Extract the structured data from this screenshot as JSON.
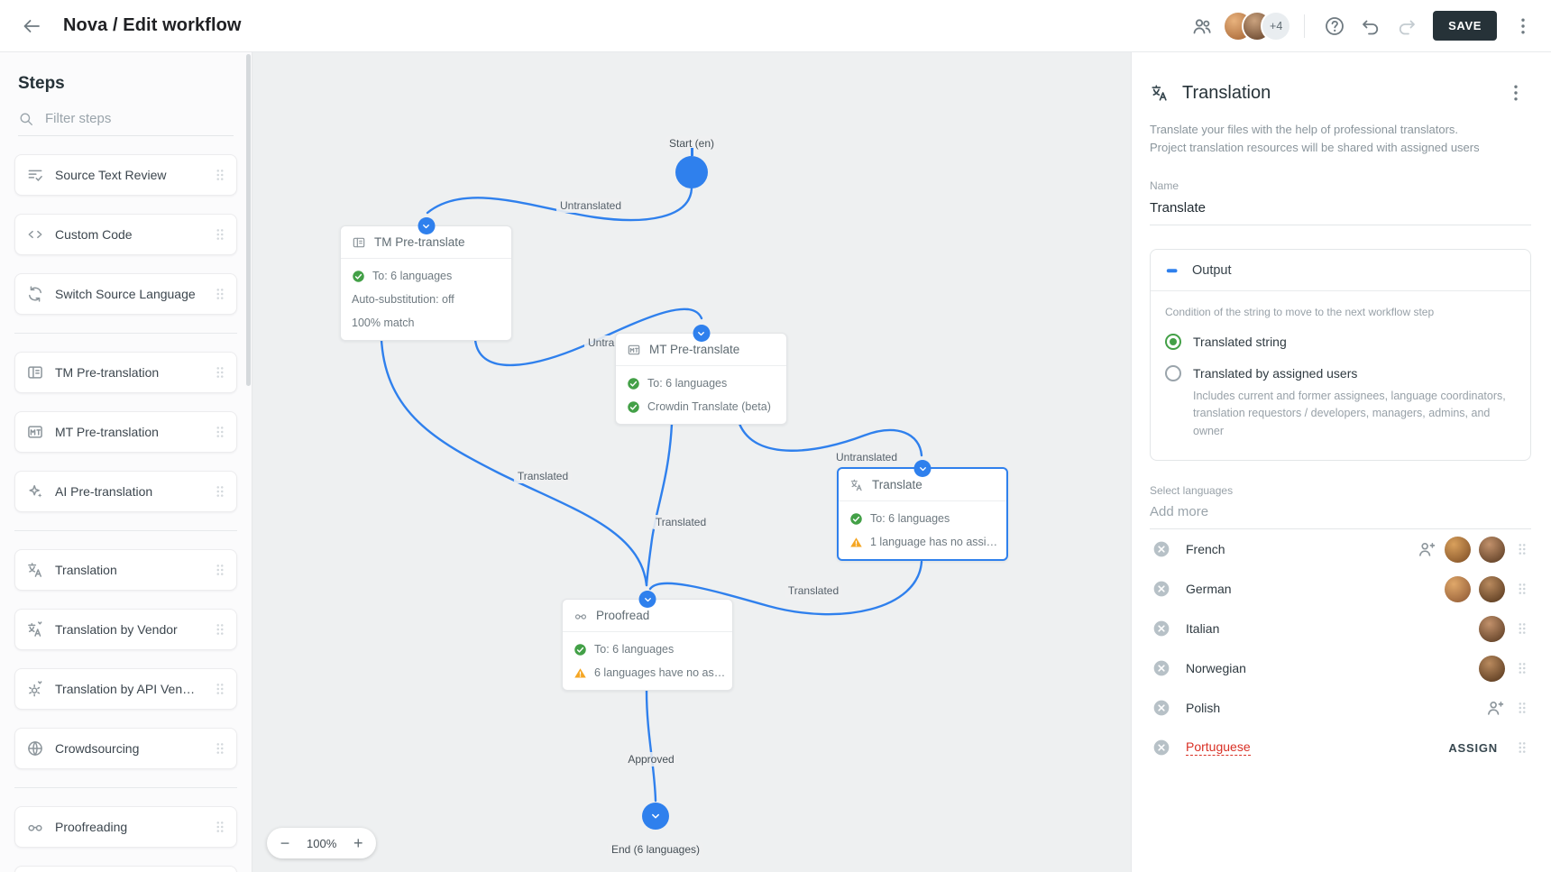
{
  "colors": {
    "accent": "#2f80ed",
    "success": "#43a047",
    "warning": "#f5a623",
    "danger": "#d93025",
    "save_button_bg": "#263238"
  },
  "header": {
    "back_icon": "arrow-left",
    "title": "Nova / Edit workflow",
    "collaborators_icon": "group",
    "avatar_overflow": "+4",
    "help_icon": "help-circle",
    "undo_icon": "undo",
    "redo_icon": "redo",
    "save_label": "SAVE",
    "menu_icon": "kebab-vertical"
  },
  "sidebar": {
    "title": "Steps",
    "filter": {
      "icon": "search",
      "placeholder": "Filter steps"
    },
    "groups": [
      {
        "items": [
          {
            "icon": "source-text-review",
            "label": "Source Text Review"
          },
          {
            "icon": "custom-code",
            "label": "Custom Code"
          },
          {
            "icon": "switch-language",
            "label": "Switch Source Language"
          }
        ]
      },
      {
        "items": [
          {
            "icon": "tm-pretranslation",
            "label": "TM Pre-translation"
          },
          {
            "icon": "mt-pretranslation",
            "label": "MT Pre-translation"
          },
          {
            "icon": "ai-pretranslation",
            "label": "AI Pre-translation"
          }
        ]
      },
      {
        "items": [
          {
            "icon": "translation",
            "label": "Translation"
          },
          {
            "icon": "translation-vendor",
            "label": "Translation by Vendor"
          },
          {
            "icon": "translation-api-vendor",
            "label": "Translation by API Ven…"
          },
          {
            "icon": "crowdsourcing",
            "label": "Crowdsourcing"
          }
        ]
      },
      {
        "items": [
          {
            "icon": "proofreading",
            "label": "Proofreading"
          }
        ]
      }
    ]
  },
  "canvas": {
    "start_label": "Start (en)",
    "approved_label": "Approved",
    "end_label": "End (6 languages)",
    "zoom": {
      "out_label": "−",
      "level": "100%",
      "in_label": "+"
    },
    "edge_labels": {
      "untranslated_1": "Untranslated",
      "untranslated_2": "Untranslated",
      "untranslated_3": "Untranslated",
      "translated_1": "Translated",
      "translated_2": "Translated",
      "translated_3": "Translated"
    },
    "nodes": [
      {
        "icon": "tm-pretranslation",
        "title": "TM Pre-translate",
        "selected": false,
        "rows": [
          {
            "icon": "check-circle",
            "text": "To: 6 languages"
          },
          {
            "text": "Auto-substitution: off"
          },
          {
            "text": "100% match"
          }
        ]
      },
      {
        "icon": "mt-pretranslation",
        "title": "MT Pre-translate",
        "selected": false,
        "rows": [
          {
            "icon": "check-circle",
            "text": "To: 6 languages"
          },
          {
            "icon": "check-circle",
            "text": "Crowdin Translate (beta)"
          }
        ]
      },
      {
        "icon": "translation",
        "title": "Translate",
        "selected": true,
        "rows": [
          {
            "icon": "check-circle",
            "text": "To: 6 languages"
          },
          {
            "icon": "warning",
            "text": "1 language has no assi…"
          }
        ]
      },
      {
        "icon": "proofreading",
        "title": "Proofread",
        "selected": false,
        "rows": [
          {
            "icon": "check-circle",
            "text": "To: 6 languages"
          },
          {
            "icon": "warning",
            "text": "6 languages have no as…"
          }
        ]
      }
    ]
  },
  "panel": {
    "icon": "translation",
    "title": "Translation",
    "menu_icon": "kebab-vertical",
    "description": [
      "Translate your files with the help of professional translators.",
      "Project translation resources will be shared with assigned users"
    ],
    "name_label": "Name",
    "name_value": "Translate",
    "output": {
      "icon": "output",
      "title": "Output",
      "condition_label": "Condition of the string to move to the next workflow step",
      "options": [
        {
          "label": "Translated string",
          "selected": true
        },
        {
          "label": "Translated by assigned users",
          "selected": false,
          "description": "Includes current and former assignees, language coordinators, translation requestors / developers, managers, admins, and owner"
        }
      ]
    },
    "languages": {
      "label": "Select languages",
      "add_placeholder": "Add more",
      "assign_label": "ASSIGN",
      "items": [
        {
          "name": "French",
          "unassigned_icon": true,
          "avatars": 2
        },
        {
          "name": "German",
          "unassigned_icon": false,
          "avatars": 2
        },
        {
          "name": "Italian",
          "unassigned_icon": false,
          "avatars": 1
        },
        {
          "name": "Norwegian",
          "unassigned_icon": false,
          "avatars": 1
        },
        {
          "name": "Polish",
          "unassigned_icon": true,
          "avatars": 0
        },
        {
          "name": "Portuguese",
          "unassigned_icon": false,
          "avatars": 0,
          "needs_assignment": true
        }
      ]
    }
  }
}
